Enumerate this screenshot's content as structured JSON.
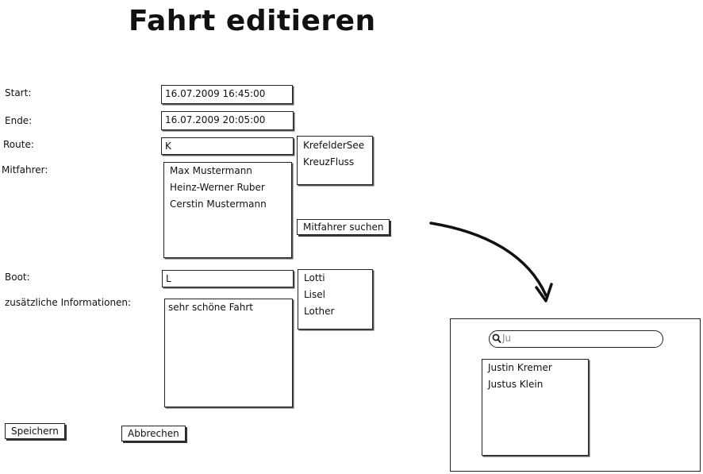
{
  "title": "Fahrt editieren",
  "labels": {
    "start": "Start:",
    "end": "Ende:",
    "route": "Route:",
    "passengers": "Mitfahrer:",
    "boat": "Boot:",
    "info": "zusätzliche Informationen:"
  },
  "fields": {
    "start": "16.07.2009 16:45:00",
    "end": "16.07.2009 20:05:00",
    "route": "K",
    "boat": "L",
    "info": "sehr schöne Fahrt"
  },
  "route_suggestions": [
    "KrefelderSee",
    "KreuzFluss"
  ],
  "passengers": [
    "Max Mustermann",
    "Heinz-Werner Ruber",
    "Cerstin Mustermann"
  ],
  "boat_suggestions": [
    "Lotti",
    "Lisel",
    "Lother"
  ],
  "buttons": {
    "search_passengers": "Mitfahrer suchen",
    "save": "Speichern",
    "cancel": "Abbrechen"
  },
  "popup": {
    "search_icon": "search-icon",
    "search_value": "Ju",
    "results": [
      "Justin Kremer",
      "Justus Klein"
    ]
  }
}
